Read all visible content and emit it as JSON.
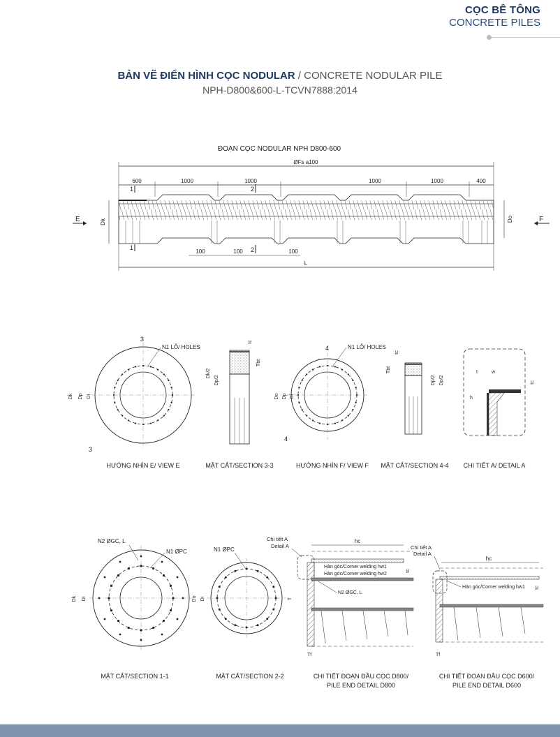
{
  "header": {
    "line1": "CỌC BÊ TÔNG",
    "line2": "CONCRETE PILES"
  },
  "title": {
    "bold": "BẢN VẼ ĐIỂN HÌNH CỌC NODULAR",
    "sep": " / ",
    "normal": "CONCRETE NODULAR PILE"
  },
  "subtitle": "NPH-D800&600-L-TCVN7888:2014",
  "elevation": {
    "title": "ĐOẠN CỌC NODULAR NPH D800-600",
    "rebar": "ØFs a100",
    "dims_top": [
      "600",
      "1000",
      "1000",
      "1000",
      "1000",
      "400"
    ],
    "dims_bottom": [
      "100",
      "100",
      "100"
    ],
    "total": "L",
    "view_e": "E",
    "view_f": "F",
    "dk": "Dk",
    "do": "Do",
    "sec1": "1",
    "sec2": "2"
  },
  "views": {
    "view_e": {
      "label": "HƯỚNG NHÌN E/ VIEW E",
      "holes": "N1 LỖ/ HOLES",
      "sec": "3",
      "dk": "Dk",
      "dp": "Dp",
      "di": "Di"
    },
    "section_33": {
      "label": "MẶT CẮT/SECTION 3-3",
      "tc": "tc",
      "tbt": "Tbt",
      "dk2": "Dk/2",
      "dp2": "Dp/2"
    },
    "view_f": {
      "label": "HƯỚNG NHÌN F/ VIEW F",
      "holes": "N1 LỖ/ HOLES",
      "sec": "4",
      "do": "Do",
      "dp": "Dp",
      "di": "Di"
    },
    "section_44": {
      "label": "MẶT CẮT/SECTION 4-4",
      "tc": "tc",
      "tbt": "Tbt",
      "do2": "Do/2",
      "dp2": "Dp/2"
    },
    "detail_a": {
      "label": "CHI TIẾT A/ DETAIL A",
      "t": "t",
      "w": "w",
      "h": "h",
      "tc": "tc"
    }
  },
  "sections": {
    "sec11": {
      "label": "MẶT CẮT/SECTION 1-1",
      "n2": "N2 ØGC, L",
      "n1": "N1 ØPC",
      "dk": "Dk",
      "di": "Di"
    },
    "sec22": {
      "label": "MẶT CẮT/SECTION 2-2",
      "n1": "N1 ØPC",
      "do": "Do",
      "di": "Di"
    },
    "end800": {
      "label1": "CHI TIẾT ĐOẠN ĐẦU CỌC D800/",
      "label2": "PILE END DETAIL D800",
      "detail_vn": "Chi tiết A",
      "detail_en": "Detail A",
      "hc": "hc",
      "weld1": "Hàn góc/Corner welding hw1",
      "weld2": "Hàn góc/Corner welding hw2",
      "n2": "N2 ØGC, L",
      "tc": "tc",
      "t": "T",
      "tf": "Tf"
    },
    "end600": {
      "label1": "CHI TIẾT ĐOẠN ĐẦU CỌC D600/",
      "label2": "PILE END DETAIL D600",
      "detail_vn": "Chi tiết A",
      "detail_en": "Detail A",
      "hc": "hc",
      "weld1": "Hàn góc/Corner welding hw1",
      "tc": "tc",
      "tf": "Tf"
    }
  }
}
